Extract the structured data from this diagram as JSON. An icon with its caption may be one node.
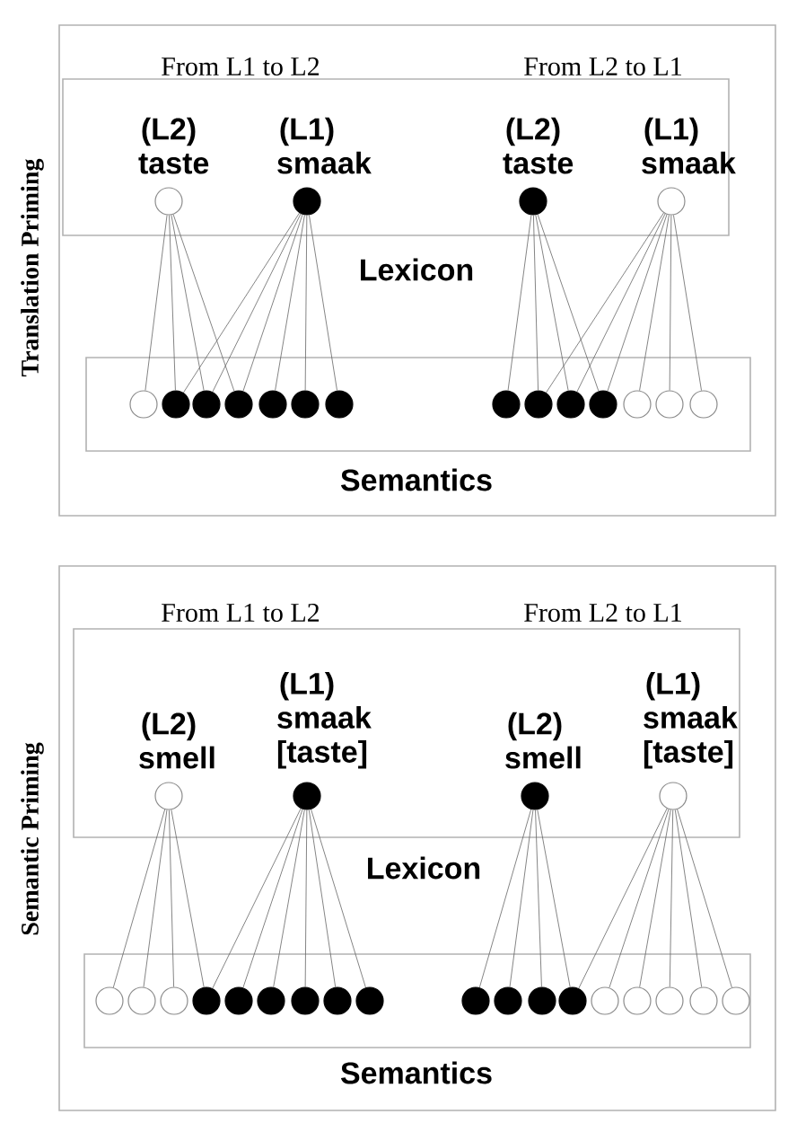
{
  "diagram": {
    "nodes": [
      {
        "text": [
          "Translation Priming"
        ]
      },
      {
        "text": [
          "Lexicon"
        ],
        "in": 0
      },
      {
        "text": [],
        "shape": "circle",
        "beside": [
          "(L2) taste"
        ],
        "in": 1
      },
      {
        "text": [],
        "shape": "dot",
        "beside": [
          "(L1) smaak"
        ],
        "in": 1
      },
      {
        "text": [],
        "shape": "dot",
        "beside": [
          "(L2) taste"
        ],
        "in": 1
      },
      {
        "text": [],
        "shape": "circle",
        "beside": [
          "(L1) smaak"
        ],
        "in": 1
      },
      {
        "text": [
          "Semantics"
        ],
        "in": 0
      },
      {
        "text": [],
        "shape": "circle",
        "in": 6
      },
      {
        "text": [],
        "shape": "dot",
        "in": 6
      },
      {
        "text": [],
        "shape": "dot",
        "in": 6
      },
      {
        "text": [],
        "shape": "dot",
        "in": 6
      },
      {
        "text": [],
        "shape": "dot",
        "in": 6
      },
      {
        "text": [],
        "shape": "dot",
        "in": 6
      },
      {
        "text": [],
        "shape": "dot",
        "in": 6
      },
      {
        "text": [],
        "shape": "dot",
        "in": 6
      },
      {
        "text": [],
        "shape": "dot",
        "in": 6
      },
      {
        "text": [],
        "shape": "dot",
        "in": 6
      },
      {
        "text": [],
        "shape": "dot",
        "in": 6
      },
      {
        "text": [],
        "shape": "circle",
        "in": 6
      },
      {
        "text": [],
        "shape": "circle",
        "in": 6
      },
      {
        "text": [],
        "shape": "circle",
        "in": 6
      },
      {
        "text": [
          "Semantic Priming"
        ]
      },
      {
        "text": [
          "Lexicon"
        ],
        "in": 21
      },
      {
        "text": [],
        "shape": "circle",
        "beside": [
          "(L2) smell"
        ],
        "in": 22
      },
      {
        "text": [],
        "shape": "dot",
        "beside": [
          "(L1) smaak [taste]"
        ],
        "in": 22
      },
      {
        "text": [],
        "shape": "dot",
        "beside": [
          "(L2) smell"
        ],
        "in": 22
      },
      {
        "text": [],
        "shape": "circle",
        "beside": [
          "(L1) smaak [taste]"
        ],
        "in": 22
      },
      {
        "text": [
          "Semantics"
        ],
        "in": 21
      },
      {
        "text": [],
        "shape": "circle",
        "in": 27
      },
      {
        "text": [],
        "shape": "circle",
        "in": 27
      },
      {
        "text": [],
        "shape": "circle",
        "in": 27
      },
      {
        "text": [],
        "shape": "dot",
        "in": 27
      },
      {
        "text": [],
        "shape": "dot",
        "in": 27
      },
      {
        "text": [],
        "shape": "dot",
        "in": 27
      },
      {
        "text": [],
        "shape": "dot",
        "in": 27
      },
      {
        "text": [],
        "shape": "dot",
        "in": 27
      },
      {
        "text": [],
        "shape": "dot",
        "in": 27
      },
      {
        "text": [],
        "shape": "dot",
        "in": 27
      },
      {
        "text": [],
        "shape": "dot",
        "in": 27
      },
      {
        "text": [],
        "shape": "dot",
        "in": 27
      },
      {
        "text": [],
        "shape": "dot",
        "in": 27
      },
      {
        "text": [],
        "shape": "circle",
        "in": 27
      },
      {
        "text": [],
        "shape": "circle",
        "in": 27
      },
      {
        "text": [],
        "shape": "circle",
        "in": 27
      },
      {
        "text": [],
        "shape": "circle",
        "in": 27
      },
      {
        "text": [],
        "shape": "circle",
        "in": 27
      }
    ],
    "edges": [
      {
        "from": 2,
        "to": 7,
        "arrow": "none"
      },
      {
        "from": 2,
        "to": 8,
        "arrow": "none"
      },
      {
        "from": 2,
        "to": 9,
        "arrow": "none"
      },
      {
        "from": 2,
        "to": 10,
        "arrow": "none"
      },
      {
        "from": 3,
        "to": 8,
        "arrow": "none"
      },
      {
        "from": 3,
        "to": 9,
        "arrow": "none"
      },
      {
        "from": 3,
        "to": 10,
        "arrow": "none"
      },
      {
        "from": 3,
        "to": 11,
        "arrow": "none"
      },
      {
        "from": 3,
        "to": 12,
        "arrow": "none"
      },
      {
        "from": 3,
        "to": 13,
        "arrow": "none"
      },
      {
        "from": 4,
        "to": 14,
        "arrow": "none"
      },
      {
        "from": 4,
        "to": 15,
        "arrow": "none"
      },
      {
        "from": 4,
        "to": 16,
        "arrow": "none"
      },
      {
        "from": 4,
        "to": 17,
        "arrow": "none"
      },
      {
        "from": 5,
        "to": 15,
        "arrow": "none"
      },
      {
        "from": 5,
        "to": 16,
        "arrow": "none"
      },
      {
        "from": 5,
        "to": 17,
        "arrow": "none"
      },
      {
        "from": 5,
        "to": 18,
        "arrow": "none"
      },
      {
        "from": 5,
        "to": 19,
        "arrow": "none"
      },
      {
        "from": 5,
        "to": 20,
        "arrow": "none"
      },
      {
        "from": 23,
        "to": 28,
        "arrow": "none"
      },
      {
        "from": 23,
        "to": 29,
        "arrow": "none"
      },
      {
        "from": 23,
        "to": 30,
        "arrow": "none"
      },
      {
        "from": 23,
        "to": 31,
        "arrow": "none"
      },
      {
        "from": 24,
        "to": 31,
        "arrow": "none"
      },
      {
        "from": 24,
        "to": 32,
        "arrow": "none"
      },
      {
        "from": 24,
        "to": 33,
        "arrow": "none"
      },
      {
        "from": 24,
        "to": 34,
        "arrow": "none"
      },
      {
        "from": 24,
        "to": 35,
        "arrow": "none"
      },
      {
        "from": 24,
        "to": 36,
        "arrow": "none"
      },
      {
        "from": 25,
        "to": 37,
        "arrow": "none"
      },
      {
        "from": 25,
        "to": 38,
        "arrow": "none"
      },
      {
        "from": 25,
        "to": 39,
        "arrow": "none"
      },
      {
        "from": 25,
        "to": 40,
        "arrow": "none"
      },
      {
        "from": 26,
        "to": 40,
        "arrow": "none"
      },
      {
        "from": 26,
        "to": 41,
        "arrow": "none"
      },
      {
        "from": 26,
        "to": 42,
        "arrow": "none"
      },
      {
        "from": 26,
        "to": 43,
        "arrow": "none"
      },
      {
        "from": 26,
        "to": 44,
        "arrow": "none"
      },
      {
        "from": 26,
        "to": 45,
        "arrow": "none"
      }
    ],
    "labels": [
      "From L1 to L2",
      "From L2 to L1",
      "From L1 to L2",
      "From L2 to L1"
    ]
  }
}
